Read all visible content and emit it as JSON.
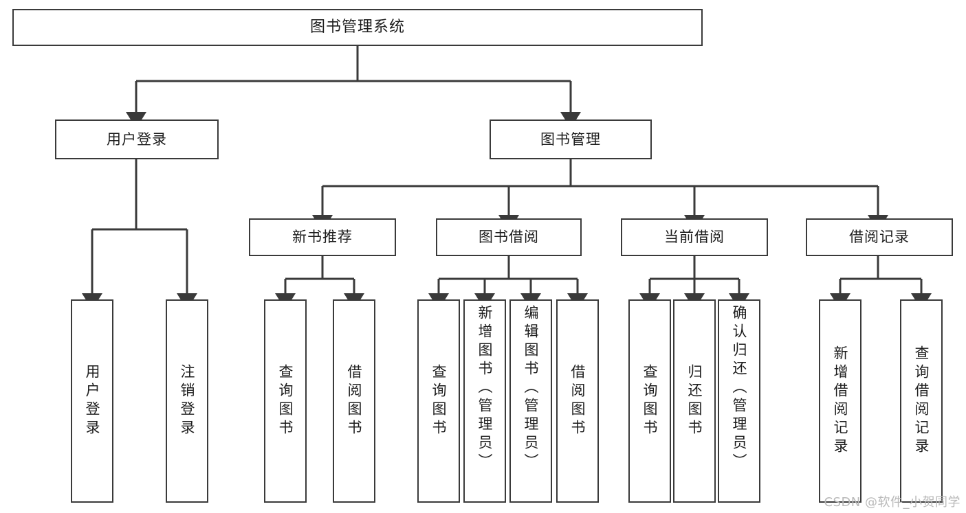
{
  "diagram": {
    "type": "tree",
    "title": "图书管理系统",
    "watermark": "CSDN @软件_小贺同学",
    "colors": {
      "box_border": "#3a3a3a",
      "box_fill": "#ffffff",
      "line": "#3a3a3a",
      "text": "#1d1d1d",
      "watermark": "#b9b9b9",
      "background": "#ffffff"
    },
    "nodes": {
      "root": {
        "label": "图书管理系统"
      },
      "level1": [
        {
          "id": "user-login",
          "label": "用户登录"
        },
        {
          "id": "book-manage",
          "label": "图书管理"
        }
      ],
      "level2": [
        {
          "id": "new-book-recommend",
          "label": "新书推荐"
        },
        {
          "id": "book-borrow",
          "label": "图书借阅"
        },
        {
          "id": "current-borrow",
          "label": "当前借阅"
        },
        {
          "id": "borrow-record",
          "label": "借阅记录"
        }
      ],
      "leaves": {
        "user_login": [
          {
            "id": "leaf-user-login",
            "label": "用户登录"
          },
          {
            "id": "leaf-logout",
            "label": "注销登录"
          }
        ],
        "new_book_recommend": [
          {
            "id": "leaf-query-book-1",
            "label": "查询图书"
          },
          {
            "id": "leaf-borrow-book-1",
            "label": "借阅图书"
          }
        ],
        "book_borrow": [
          {
            "id": "leaf-query-book-2",
            "label": "查询图书"
          },
          {
            "id": "leaf-add-book",
            "label": "新增图书（管理员）"
          },
          {
            "id": "leaf-edit-book",
            "label": "编辑图书（管理员）"
          },
          {
            "id": "leaf-borrow-book-2",
            "label": "借阅图书"
          }
        ],
        "current_borrow": [
          {
            "id": "leaf-query-book-3",
            "label": "查询图书"
          },
          {
            "id": "leaf-return-book",
            "label": "归还图书"
          },
          {
            "id": "leaf-confirm-return",
            "label": "确认归还（管理员）"
          }
        ],
        "borrow_record": [
          {
            "id": "leaf-add-record",
            "label": "新增借阅记录"
          },
          {
            "id": "leaf-query-record",
            "label": "查询借阅记录"
          }
        ]
      }
    }
  }
}
